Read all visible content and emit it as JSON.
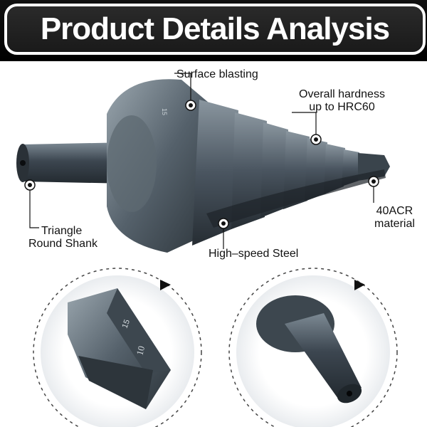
{
  "banner": {
    "title": "Product Details Analysis"
  },
  "callouts": {
    "surface": "Surface blasting",
    "hardness_line1": "Overall hardness",
    "hardness_line2": "up to HRC60",
    "shank_line1": "Triangle",
    "shank_line2": "Round Shank",
    "material_line1": "40ACR",
    "material_line2": "material",
    "steel": "High–speed Steel"
  },
  "engravings": {
    "size_a": "15",
    "size_b": "10"
  },
  "colors": {
    "banner_bg": "#1a1a1a",
    "banner_text": "#ffffff",
    "steel": "#4a5560",
    "marker": "#111111"
  }
}
